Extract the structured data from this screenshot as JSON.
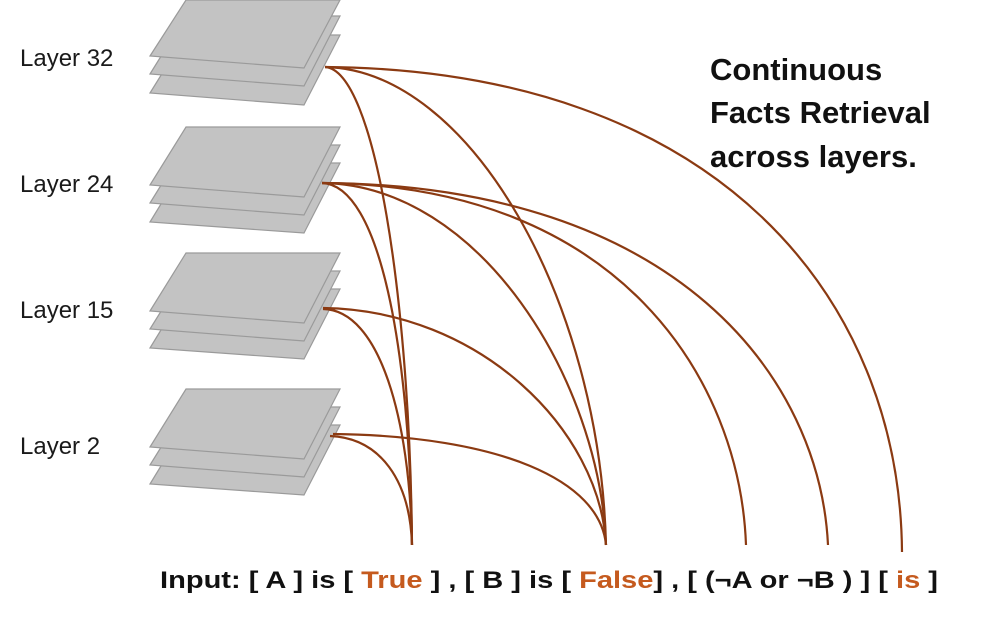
{
  "title": {
    "lines": [
      "Continuous",
      "Facts Retrieval",
      "across layers."
    ]
  },
  "layers": [
    {
      "label": "Layer 32"
    },
    {
      "label": "Layer 24"
    },
    {
      "label": "Layer 15"
    },
    {
      "label": "Layer 2"
    }
  ],
  "input": {
    "prefix": "Input: ",
    "parts": [
      {
        "text": "[ A ] is [ ",
        "highlight": false
      },
      {
        "text": "True",
        "highlight": true
      },
      {
        "text": " ] , [ B ] is [ ",
        "highlight": false
      },
      {
        "text": "False",
        "highlight": true
      },
      {
        "text": "] , [ (¬A or ¬B ) ] [ ",
        "highlight": false
      },
      {
        "text": "is",
        "highlight": true
      },
      {
        "text": " ]",
        "highlight": false
      }
    ]
  },
  "colors": {
    "arc": "#8b3a12",
    "highlight": "#c55a1e",
    "plate": "#c3c3c3"
  },
  "connections": [
    {
      "from_layer": "Layer 32",
      "to_token": "True"
    },
    {
      "from_layer": "Layer 32",
      "to_token": "False"
    },
    {
      "from_layer": "Layer 32",
      "to_token": "is"
    },
    {
      "from_layer": "Layer 24",
      "to_token": "True"
    },
    {
      "from_layer": "Layer 24",
      "to_token": "False"
    },
    {
      "from_layer": "Layer 24",
      "to_token": "(¬A"
    },
    {
      "from_layer": "Layer 24",
      "to_token": "¬B"
    },
    {
      "from_layer": "Layer 15",
      "to_token": "True"
    },
    {
      "from_layer": "Layer 15",
      "to_token": "False"
    },
    {
      "from_layer": "Layer 2",
      "to_token": "True"
    },
    {
      "from_layer": "Layer 2",
      "to_token": "False"
    }
  ]
}
